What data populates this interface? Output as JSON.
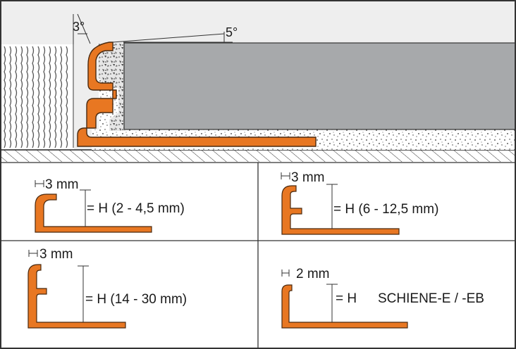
{
  "top_section": {
    "angle_left": "3°",
    "angle_right": "5°"
  },
  "panels": [
    {
      "thickness": "3 mm",
      "height_label": "= H (2 - 4,5 mm)"
    },
    {
      "thickness": "3 mm",
      "height_label": "= H (6 - 12,5 mm)"
    },
    {
      "thickness": "3 mm",
      "height_label": "= H (14 - 30 mm)"
    },
    {
      "thickness": "2 mm",
      "height_label": "= H",
      "product_label": "SCHIENE-E / -EB"
    }
  ],
  "colors": {
    "profile_orange": "#e87722",
    "profile_stroke": "#4a2a10",
    "tile_gray": "#a7a9ab",
    "wall_bg": "#eeeeee",
    "frame": "#333333"
  }
}
